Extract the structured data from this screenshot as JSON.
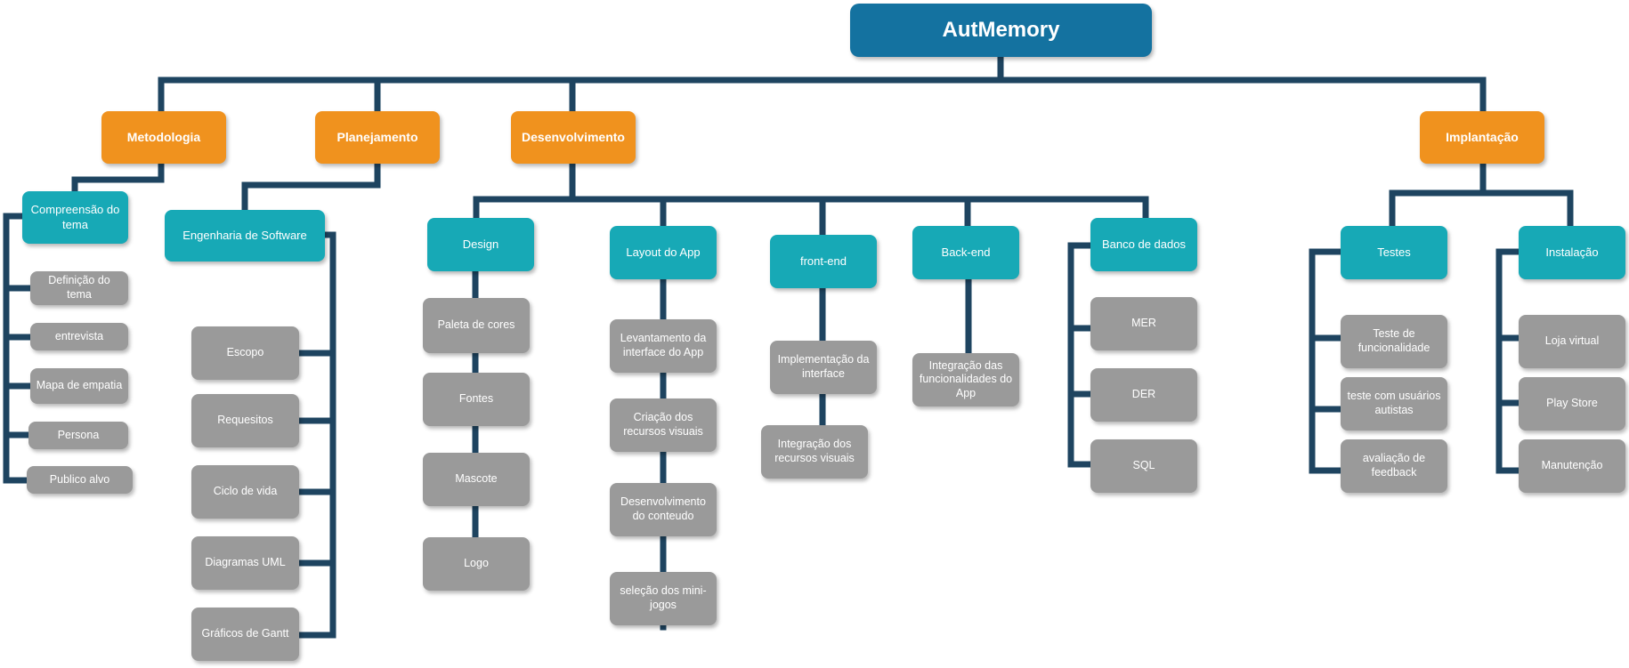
{
  "root": {
    "label": "AutMemory"
  },
  "categories": {
    "metodologia": "Metodologia",
    "planejamento": "Planejamento",
    "desenvolvimento": "Desenvolvimento",
    "implantacao": "Implantação"
  },
  "metodologia": {
    "subtopic": "Compreensão do tema",
    "items": [
      "Definição do tema",
      "entrevista",
      "Mapa de empatia",
      "Persona",
      "Publico alvo"
    ]
  },
  "planejamento": {
    "subtopic": "Engenharia de Software",
    "items": [
      "Escopo",
      "Requesitos",
      "Ciclo de vida",
      "Diagramas UML",
      "Gráficos de Gantt"
    ]
  },
  "desenvolvimento": {
    "design": {
      "label": "Design",
      "items": [
        "Paleta de cores",
        "Fontes",
        "Mascote",
        "Logo"
      ]
    },
    "layout": {
      "label": "Layout do App",
      "items": [
        "Levantamento da interface do App",
        "Criação dos recursos visuais",
        "Desenvolvimento do conteudo",
        "seleção dos mini-jogos"
      ]
    },
    "frontend": {
      "label": "front-end",
      "items": [
        "Implementação da interface",
        "Integração dos recursos visuais"
      ]
    },
    "backend": {
      "label": "Back-end",
      "items": [
        "Integração das funcionalidades do App"
      ]
    },
    "banco": {
      "label": "Banco de dados",
      "items": [
        "MER",
        "DER",
        "SQL"
      ]
    }
  },
  "implantacao": {
    "testes": {
      "label": "Testes",
      "items": [
        "Teste de funcionalidade",
        "teste com usuários autistas",
        "avaliação de feedback"
      ]
    },
    "instalacao": {
      "label": "Instalação",
      "items": [
        "Loja virtual",
        "Play Store",
        "Manutenção"
      ]
    }
  },
  "colors": {
    "connector": "#1e4460",
    "root": "#1472a0",
    "category": "#f0921e",
    "subtopic": "#17a9b6",
    "leaf": "#9a9a9a",
    "text": "#ffffff"
  }
}
